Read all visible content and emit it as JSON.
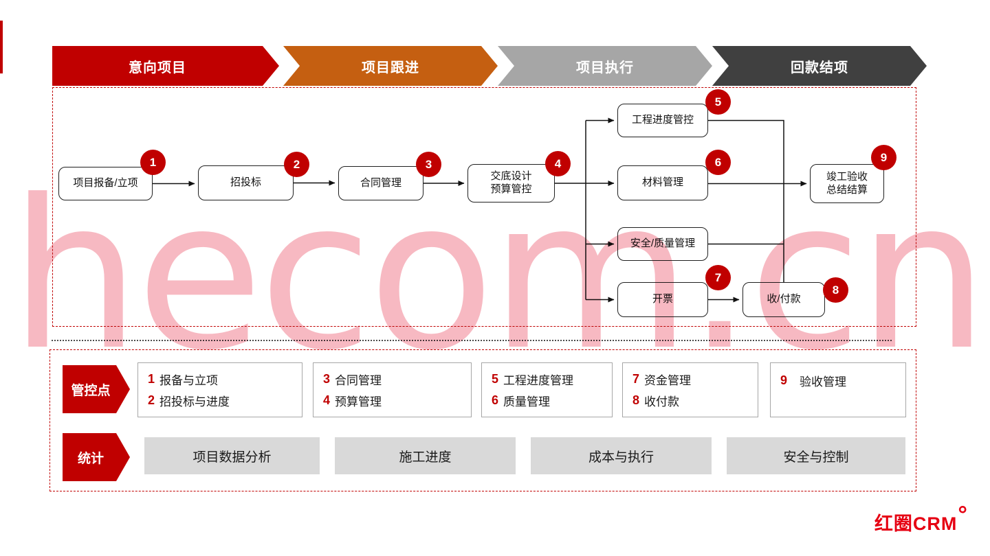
{
  "watermark": {
    "text": "hecom.cn",
    "color": "#F7B9C2"
  },
  "accent_colors": {
    "red": "#C00000",
    "orange": "#C55F11",
    "gray": "#A6A6A6",
    "dark": "#404040",
    "stat_fill": "#D9D9D9",
    "logo_red": "#E60012"
  },
  "stages": [
    {
      "label": "意向项目",
      "color": "#C00000"
    },
    {
      "label": "项目跟进",
      "color": "#C55F11"
    },
    {
      "label": "项目执行",
      "color": "#A6A6A6"
    },
    {
      "label": "回款结项",
      "color": "#404040"
    }
  ],
  "flow": {
    "nodes": [
      {
        "label": "项目报备/立项",
        "badge": "1"
      },
      {
        "label": "招投标",
        "badge": "2"
      },
      {
        "label": "合同管理",
        "badge": "3"
      },
      {
        "label": "交底设计\n预算管控",
        "badge": "4"
      },
      {
        "label": "工程进度管控",
        "badge": "5"
      },
      {
        "label": "材料管理",
        "badge": "6"
      },
      {
        "label": "安全/质量管理"
      },
      {
        "label": "开票",
        "badge": "7"
      },
      {
        "label": "收/付款",
        "badge": "8"
      },
      {
        "label": "竣工验收\n总结结算",
        "badge": "9"
      }
    ]
  },
  "control_points": {
    "title": "管控点",
    "boxes": [
      {
        "rows": [
          {
            "num": "1",
            "text": "报备与立项"
          },
          {
            "num": "2",
            "text": "招投标与进度"
          }
        ]
      },
      {
        "rows": [
          {
            "num": "3",
            "text": "合同管理"
          },
          {
            "num": "4",
            "text": "预算管理"
          }
        ]
      },
      {
        "rows": [
          {
            "num": "5",
            "text": "工程进度管理"
          },
          {
            "num": "6",
            "text": "质量管理"
          }
        ]
      },
      {
        "rows": [
          {
            "num": "7",
            "text": "资金管理"
          },
          {
            "num": "8",
            "text": "收付款"
          }
        ]
      },
      {
        "rows": [
          {
            "num": "9",
            "text": "验收管理"
          }
        ]
      }
    ]
  },
  "stats": {
    "title": "统计",
    "items": [
      {
        "label": "项目数据分析"
      },
      {
        "label": "施工进度"
      },
      {
        "label": "成本与执行"
      },
      {
        "label": "安全与控制"
      }
    ]
  },
  "logo": {
    "text": "红圈CRM",
    "mark": "°"
  }
}
